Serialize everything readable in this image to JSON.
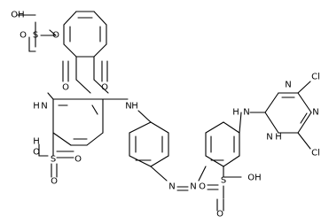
{
  "structure": {
    "colors": {
      "bond": "#000000",
      "label": "#000000",
      "background": "#ffffff"
    },
    "labels": {
      "oh_top": "OH",
      "s_top": "S",
      "o_top_left": "O",
      "o_top_right": "O",
      "o_ketone_left": "O",
      "o_ketone_right": "O",
      "amino_h2": "H",
      "amino_n": "N",
      "h_left": "H",
      "oh_left": "O",
      "s_left": "S",
      "o_s_left_a": "O",
      "o_s_left_b": "O",
      "nh_h": "H",
      "nh_n": "N",
      "azo_n1": "N",
      "azo_n2": "N",
      "n_linker": "N",
      "h_linker": "H",
      "triazine_n_top": "N",
      "cl_top": "Cl",
      "triazine_nh": "N",
      "triazine_h": "H",
      "triazine_n_right": "N",
      "cl_bottom": "Cl",
      "s_bottom": "S",
      "oh_bottom": "OH",
      "o_bottom_a": "O",
      "o_bottom_b": "O"
    }
  }
}
